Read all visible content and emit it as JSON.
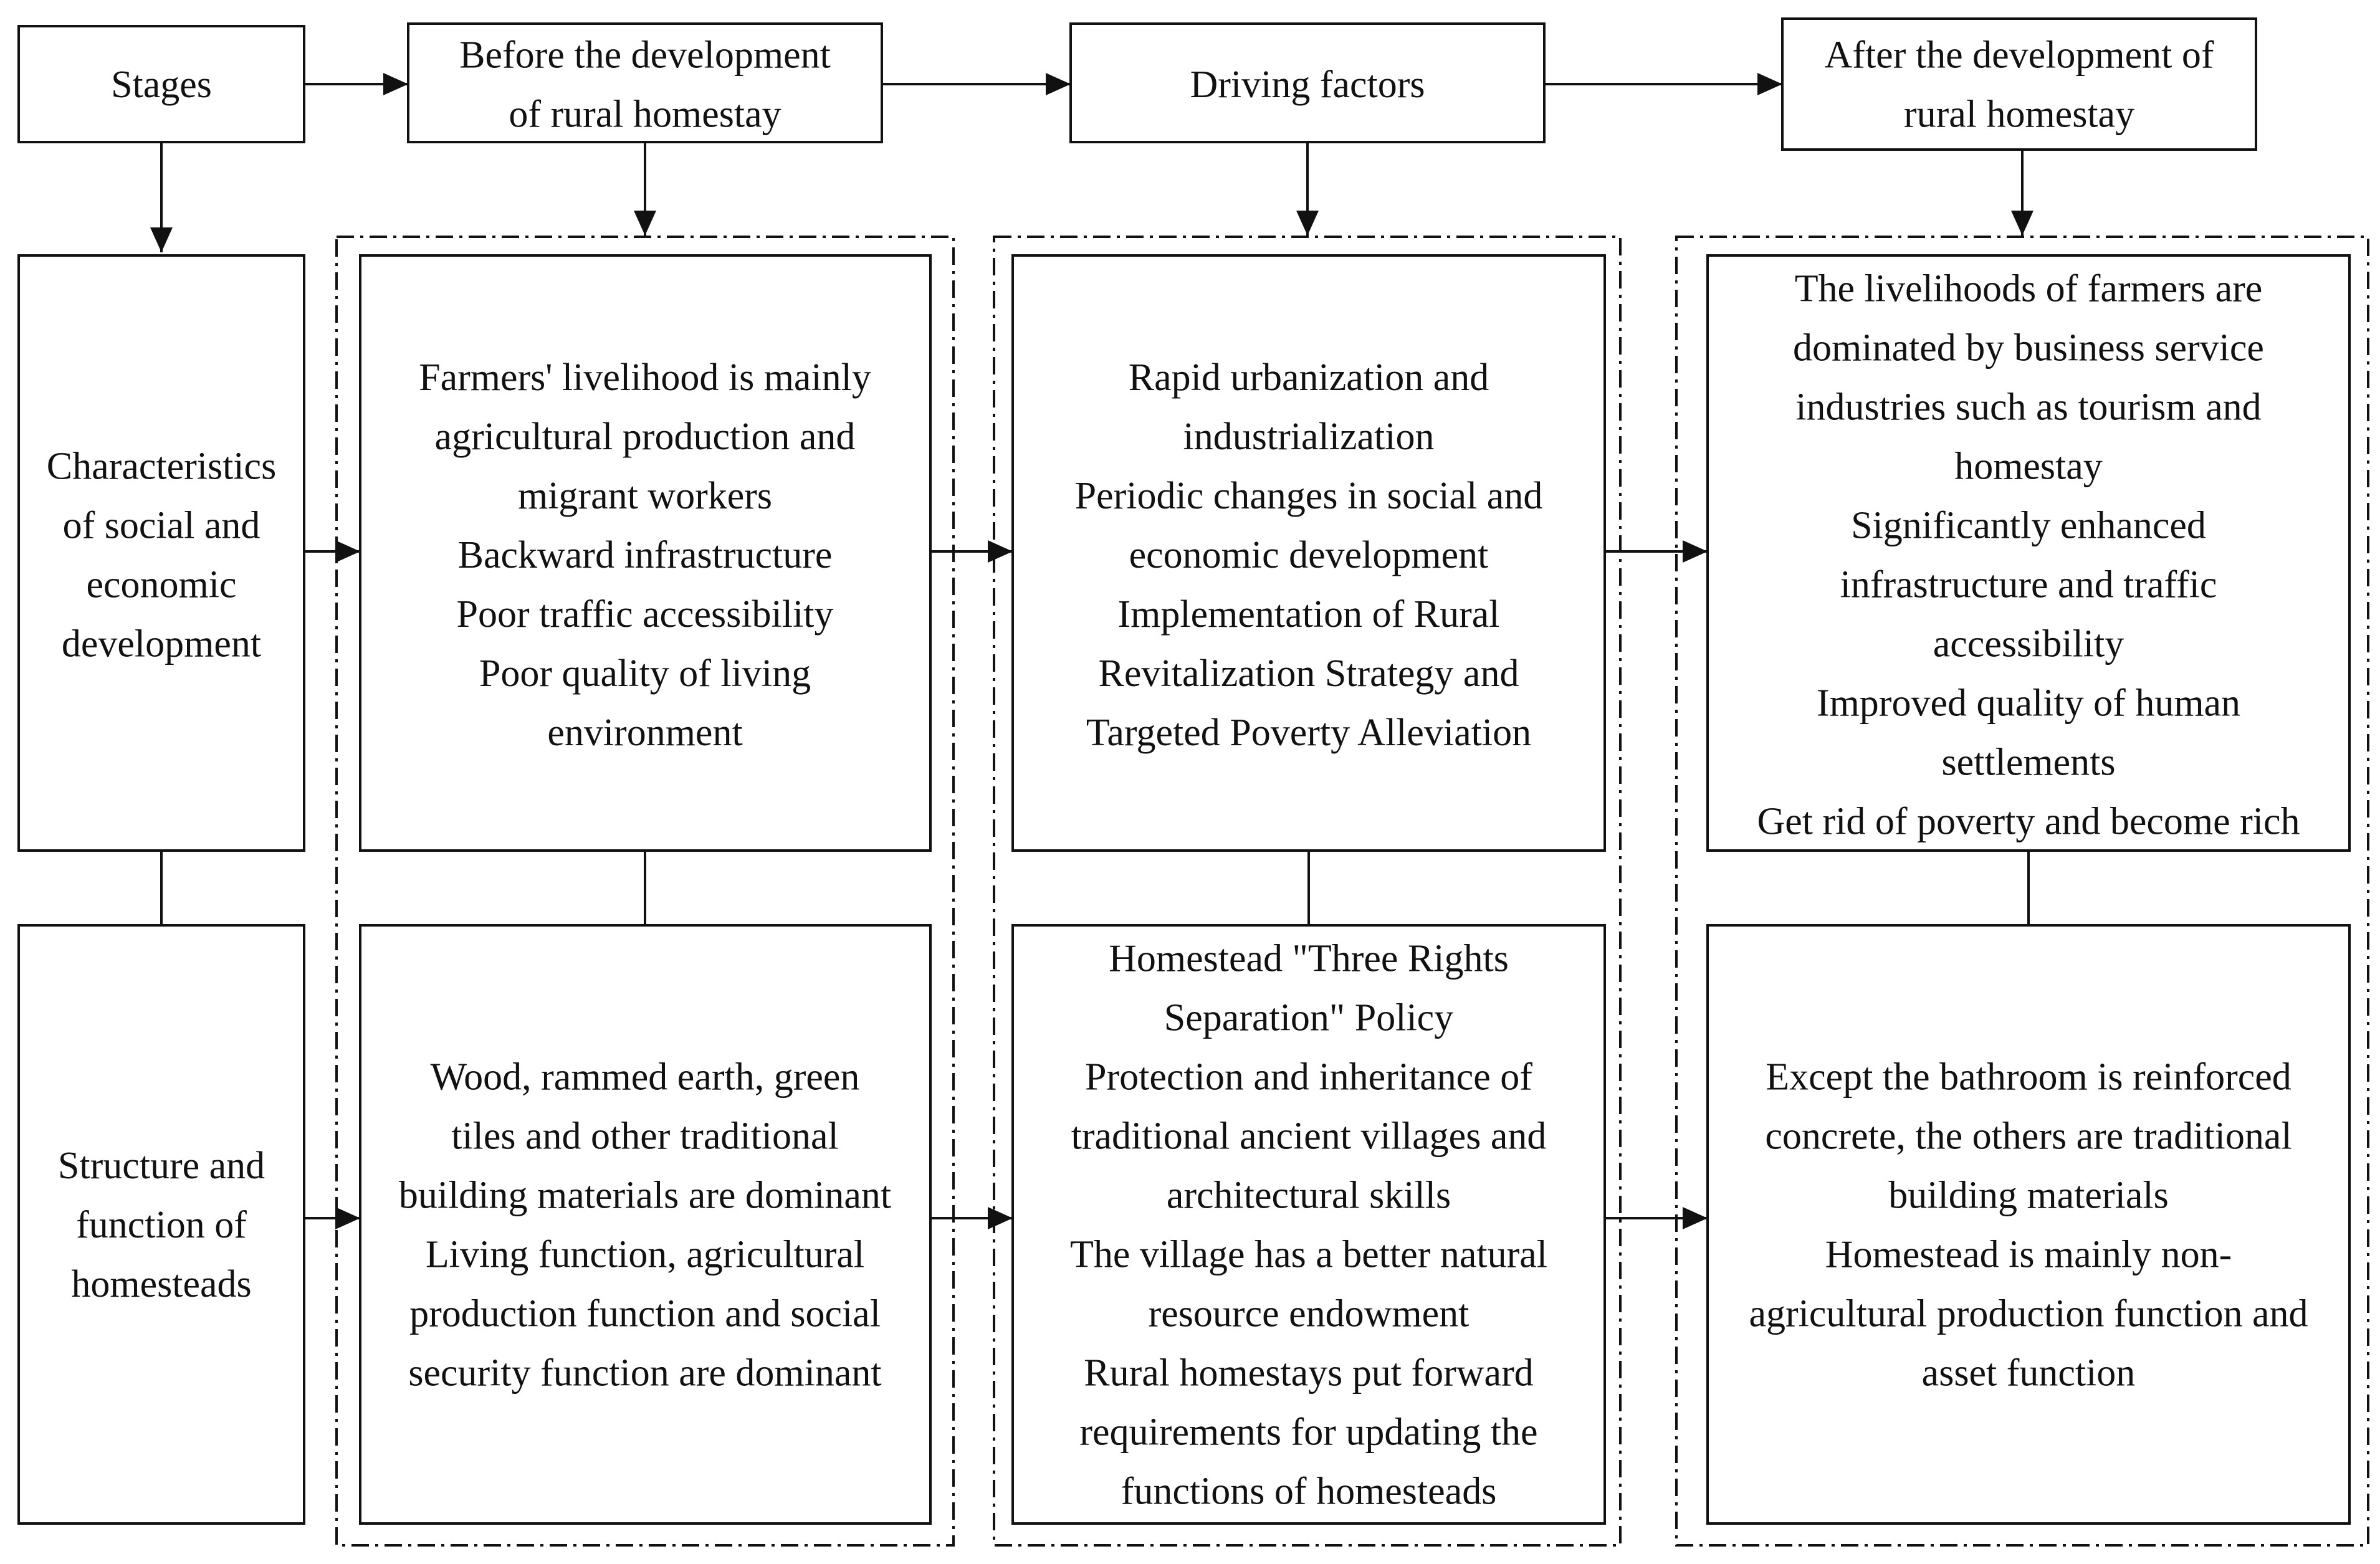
{
  "header": {
    "stages": [
      "Stages"
    ],
    "before": [
      "Before the development",
      "of rural homestay"
    ],
    "driving": [
      "Driving factors"
    ],
    "after": [
      "After the development of",
      "rural homestay"
    ]
  },
  "rows": {
    "socio_economic": {
      "label": [
        "Characteristics",
        "of social and",
        "economic",
        "development"
      ],
      "before": [
        "Farmers' livelihood is mainly",
        "agricultural production and",
        "migrant workers",
        "Backward infrastructure",
        "Poor traffic accessibility",
        "Poor quality of living",
        "environment"
      ],
      "driving": [
        "Rapid urbanization and",
        "industrialization",
        "Periodic changes in social and",
        "economic development",
        "Implementation of Rural",
        "Revitalization Strategy and",
        "Targeted Poverty Alleviation"
      ],
      "after": [
        "The livelihoods of farmers are",
        "dominated by business service",
        "industries such as tourism and",
        "homestay",
        "Significantly enhanced",
        "infrastructure and traffic",
        "accessibility",
        "Improved quality of human",
        "settlements",
        "Get rid of poverty and become rich"
      ]
    },
    "homesteads": {
      "label": [
        "Structure and",
        "function of",
        "homesteads"
      ],
      "before": [
        "Wood, rammed earth, green",
        "tiles and other traditional",
        "building materials are dominant",
        "Living function, agricultural",
        "production function and social",
        "security function are dominant"
      ],
      "driving": [
        "Homestead \"Three Rights",
        "Separation\" Policy",
        "Protection and inheritance of",
        "traditional ancient villages and",
        "architectural skills",
        "The village has a better natural",
        "resource endowment",
        "Rural  homestays put forward",
        "requirements for updating the",
        "functions of homesteads"
      ],
      "after": [
        "Except the bathroom is reinforced",
        "concrete, the others are traditional",
        "building materials",
        "Homestead is mainly non-",
        "agricultural production function and",
        "asset function"
      ]
    }
  }
}
